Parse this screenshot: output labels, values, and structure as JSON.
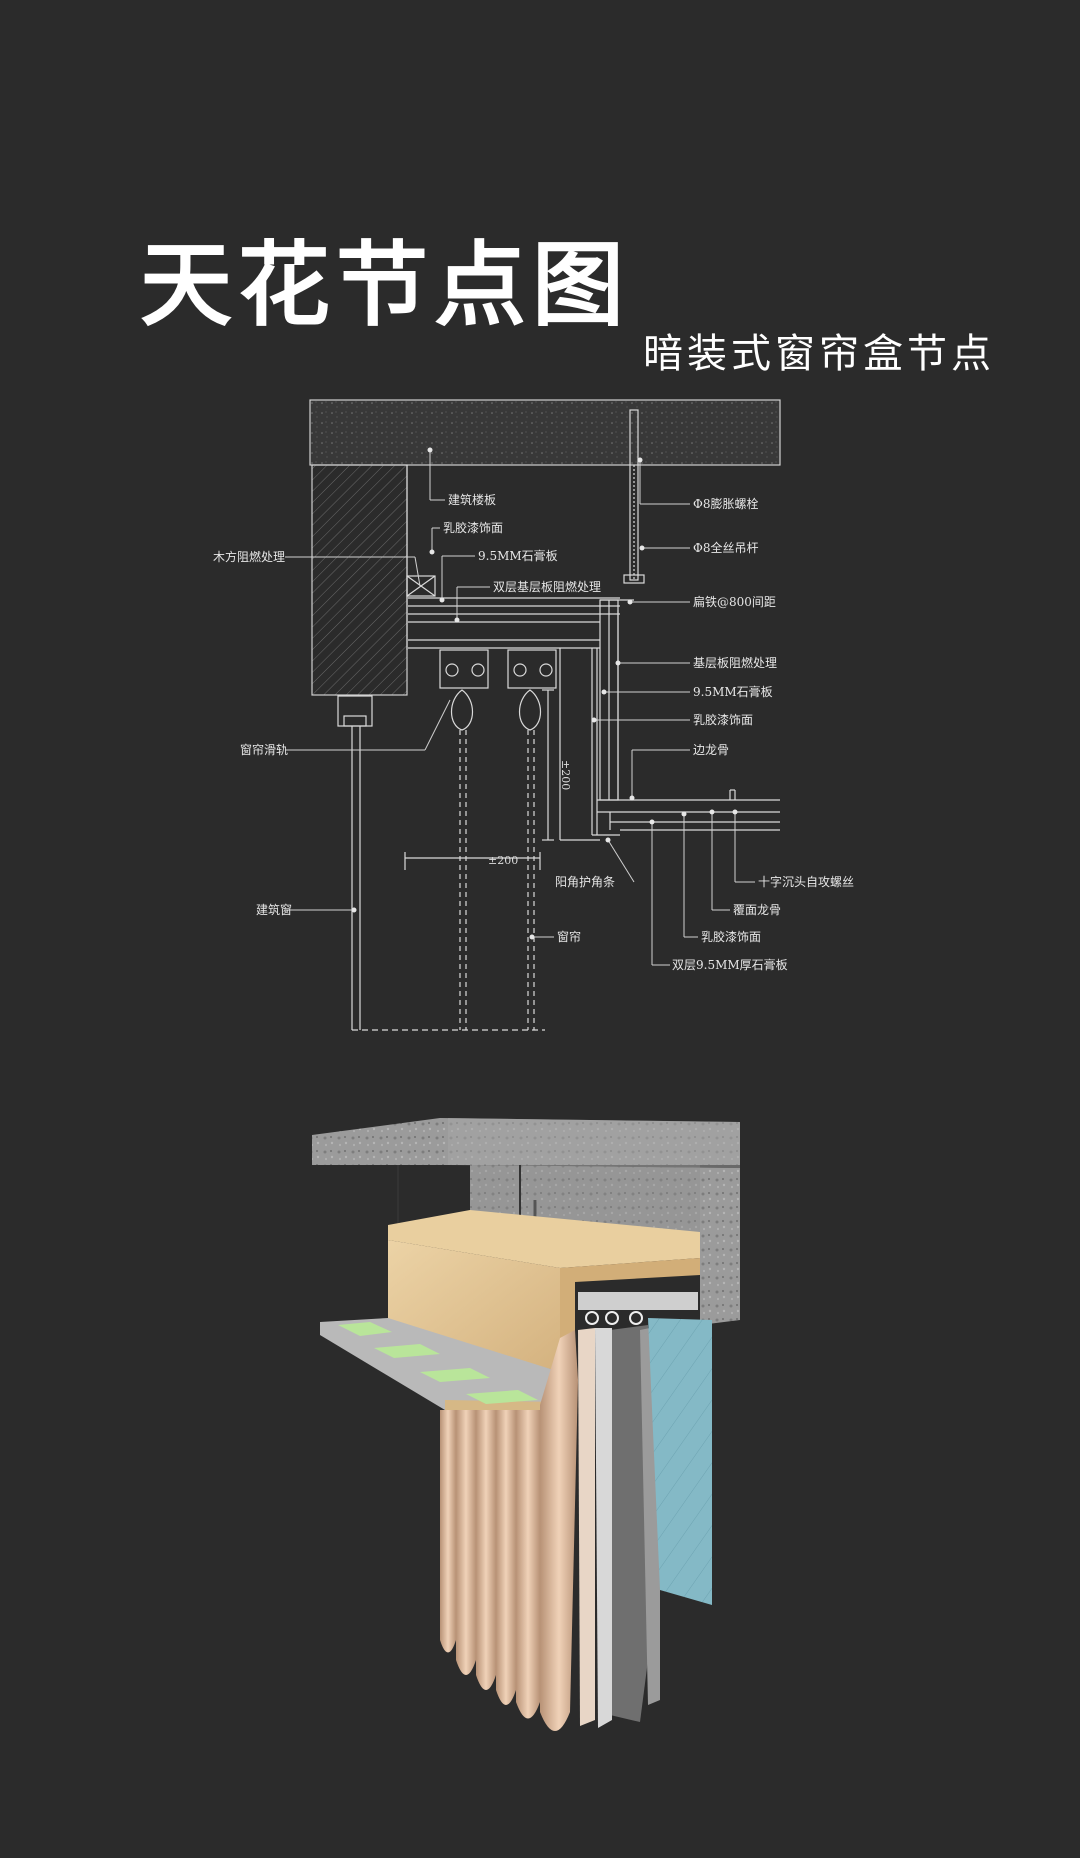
{
  "title": "天花节点图",
  "subtitle": "暗装式窗帘盒节点",
  "labels": {
    "floor_slab": "建筑楼板",
    "latex_paint_1": "乳胶漆饰面",
    "wood_block": "木方阻燃处理",
    "gypsum_1": "9.5MM石膏板",
    "double_base": "双层基层板阻燃处理",
    "bolt": "Φ8膨胀螺栓",
    "rod": "Φ8全丝吊杆",
    "flat_iron": "扁铁@800间距",
    "base_board": "基层板阻燃处理",
    "gypsum_2": "9.5MM石膏板",
    "latex_paint_2": "乳胶漆饰面",
    "side_keel": "边龙骨",
    "curtain_rail": "窗帘滑轨",
    "screw": "十字沉头自攻螺丝",
    "cover_keel": "覆面龙骨",
    "corner_strip": "阳角护角条",
    "latex_paint_3": "乳胶漆饰面",
    "window": "建筑窗",
    "curtain": "窗帘",
    "double_gypsum": "双层9.5MM厚石膏板"
  },
  "dimensions": {
    "vertical": "±200",
    "horizontal": "±200"
  },
  "colors": {
    "background": "#2b2b2b",
    "line": "#d9d9d9",
    "concrete": "#9a9a9a",
    "wood": "#e2c79a",
    "curtain": "#d9b69a",
    "glass": "#7fb5c4",
    "board_green": "#b9e59a"
  }
}
